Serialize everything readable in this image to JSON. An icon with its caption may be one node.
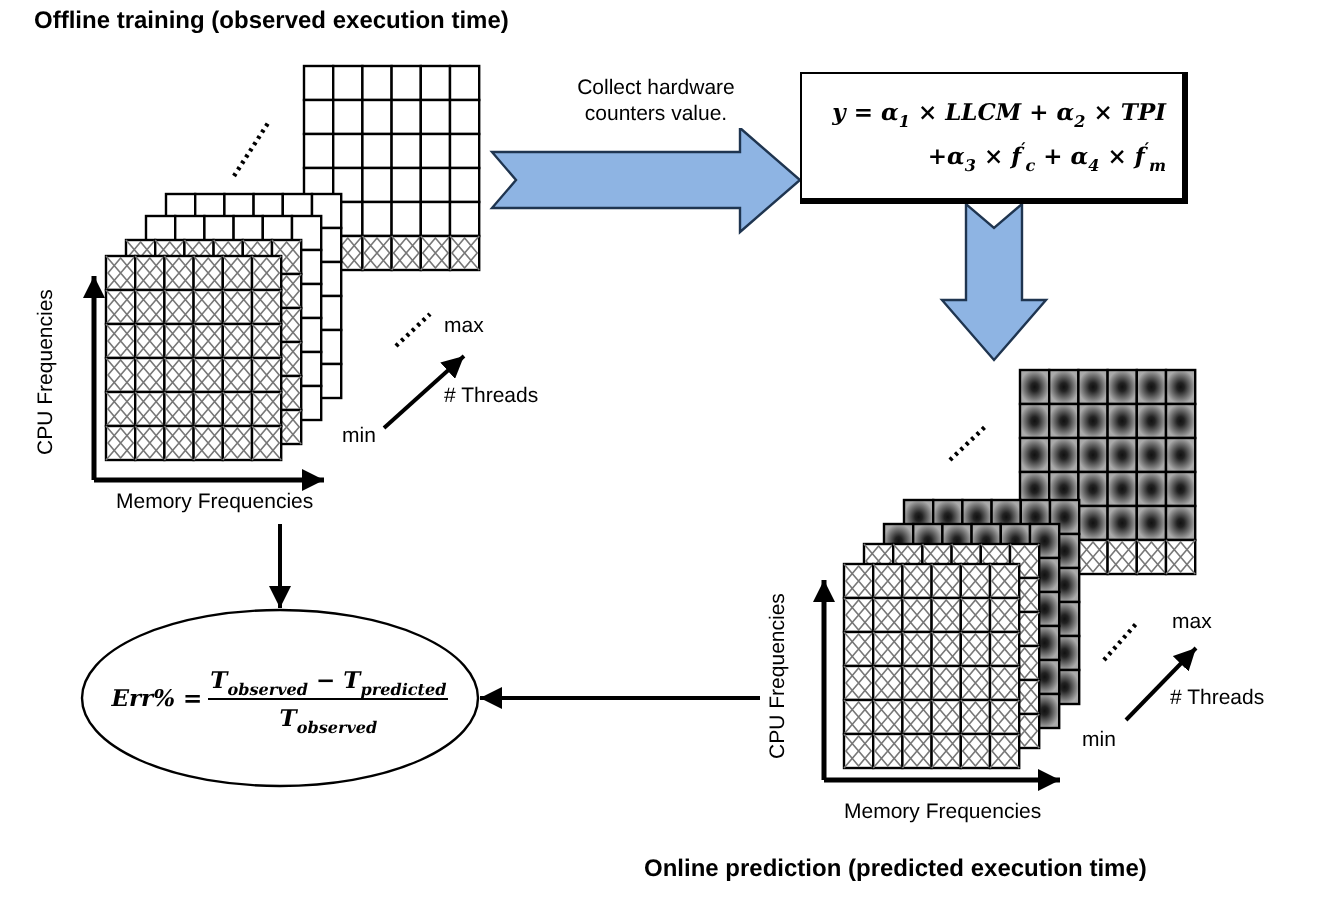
{
  "diagram": {
    "nodes": [
      {
        "text": [
          "CPU Frequencies",
          "Memory Frequencies",
          "max",
          "# Threads",
          "min"
        ]
      },
      {
        "text": [
          "y = α$_{1}$ × LLCM + α$_{2}$ × TPI",
          "+α$_{3}$ × f$^{′}$$_{c}$ + α$_{4}$ × f$^{′}$$_{m}$"
        ]
      },
      {
        "text": [
          "CPU Frequencies",
          "Memory Frequencies",
          "max",
          "# Threads",
          "min"
        ]
      },
      {
        "text": [
          "Err% =",
          "T$_{observed}$ − T$_{predicted}$",
          "T$_{observed}$"
        ]
      }
    ],
    "edges": [
      {
        "from": 0,
        "to": 1,
        "arrow": "to",
        "label": "Collect hardware counters value.",
        "style": "thick",
        "color": "#8eb4e3"
      },
      {
        "from": 1,
        "to": 2,
        "arrow": "to",
        "style": "thick",
        "color": "#8eb4e3"
      },
      {
        "from": 0,
        "to": 3,
        "arrow": "to"
      },
      {
        "from": 2,
        "to": 3,
        "arrow": "to"
      }
    ],
    "labels": [
      "Offline training (observed execution time)",
      "Online prediction (predicted execution time)"
    ]
  }
}
